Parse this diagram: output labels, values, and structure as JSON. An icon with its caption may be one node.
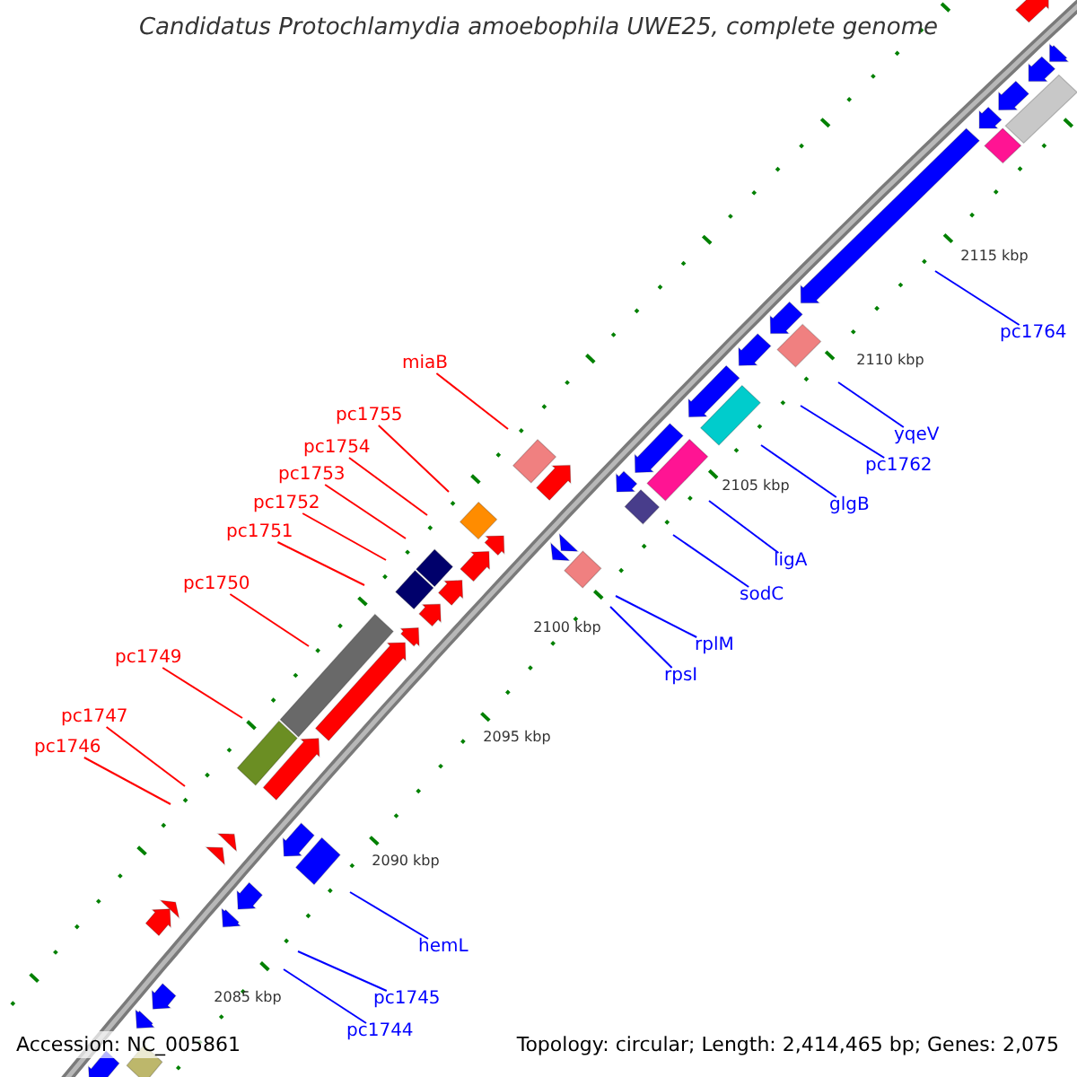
{
  "diagram": {
    "title": "Candidatus Protochlamydia amoebophila UWE25, complete genome",
    "nodes": [
      {
        "text": [
          "miaB"
        ]
      },
      {
        "text": [
          "pc1755"
        ]
      },
      {
        "text": [
          "pc1754"
        ]
      },
      {
        "text": [
          "pc1753"
        ]
      },
      {
        "text": [
          "pc1752"
        ]
      },
      {
        "text": [
          "pc1751"
        ]
      },
      {
        "text": [
          "pc1750"
        ]
      },
      {
        "text": [
          "pc1749"
        ]
      },
      {
        "text": [
          "pc1747"
        ]
      },
      {
        "text": [
          "pc1746"
        ]
      },
      {
        "text": [
          "pc1764"
        ]
      },
      {
        "text": [
          "yqeV"
        ]
      },
      {
        "text": [
          "pc1762"
        ]
      },
      {
        "text": [
          "glgB"
        ]
      },
      {
        "text": [
          "ligA"
        ]
      },
      {
        "text": [
          "sodC"
        ]
      },
      {
        "text": [
          "rplM"
        ]
      },
      {
        "text": [
          "rpsI"
        ]
      },
      {
        "text": [
          "hemL"
        ]
      },
      {
        "text": [
          "pc1745"
        ]
      },
      {
        "text": [
          "pc1744"
        ]
      }
    ],
    "edges": [
      {
        "from": 0,
        "to": null,
        "arrow": "none",
        "color": "#ff0000"
      },
      {
        "from": 1,
        "to": null,
        "arrow": "none",
        "color": "#ff0000"
      },
      {
        "from": 2,
        "to": null,
        "arrow": "none",
        "color": "#ff0000"
      },
      {
        "from": 3,
        "to": null,
        "arrow": "none",
        "color": "#ff0000"
      },
      {
        "from": 4,
        "to": null,
        "arrow": "none",
        "color": "#ff0000"
      },
      {
        "from": 5,
        "to": null,
        "arrow": "none",
        "color": "#ff0000"
      },
      {
        "from": 6,
        "to": null,
        "arrow": "none",
        "color": "#ff0000"
      },
      {
        "from": 7,
        "to": null,
        "arrow": "none",
        "color": "#ff0000"
      },
      {
        "from": 8,
        "to": null,
        "arrow": "none",
        "color": "#ff0000"
      },
      {
        "from": 9,
        "to": null,
        "arrow": "none",
        "color": "#ff0000"
      },
      {
        "from": 10,
        "to": null,
        "arrow": "none"
      },
      {
        "from": 11,
        "to": null,
        "arrow": "none"
      },
      {
        "from": 12,
        "to": null,
        "arrow": "none"
      },
      {
        "from": 13,
        "to": null,
        "arrow": "none"
      },
      {
        "from": 14,
        "to": null,
        "arrow": "none"
      },
      {
        "from": 15,
        "to": null,
        "arrow": "none"
      },
      {
        "from": 16,
        "to": null,
        "arrow": "none"
      },
      {
        "from": 17,
        "to": null,
        "arrow": "none"
      },
      {
        "from": 18,
        "to": null,
        "arrow": "none"
      },
      {
        "from": 19,
        "to": null,
        "arrow": "none"
      },
      {
        "from": 20,
        "to": null,
        "arrow": "none"
      }
    ],
    "labels": [
      "2115 kbp",
      "2110 kbp",
      "2105 kbp",
      "2100 kbp",
      "2095 kbp",
      "2090 kbp",
      "2085 kbp",
      "Accession: NC_005861",
      "Topology: circular; Length: 2,414,465 bp; Genes: 2,075"
    ]
  }
}
